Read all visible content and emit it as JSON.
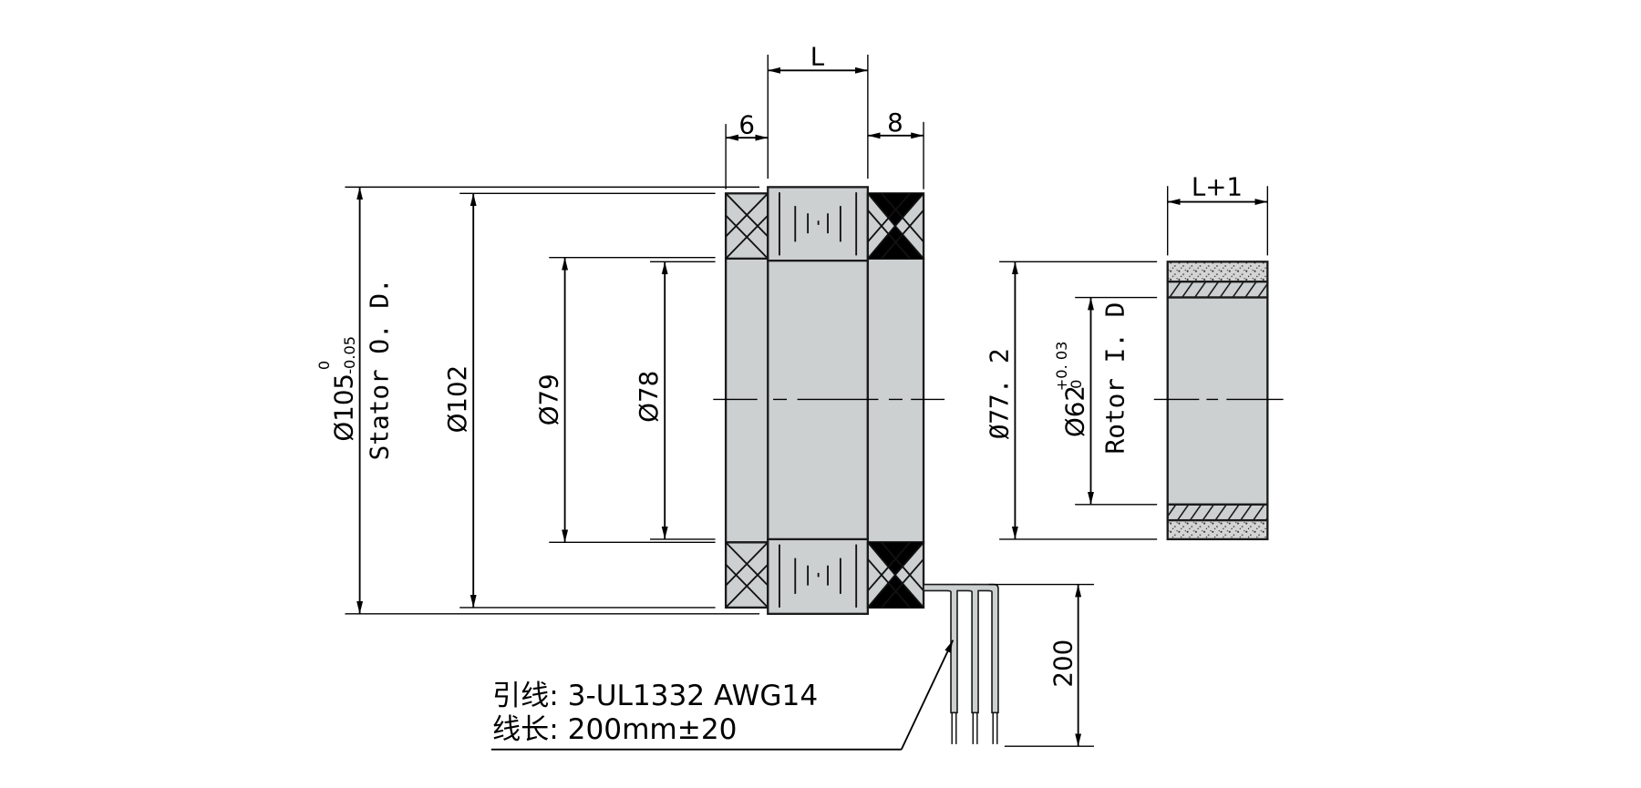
{
  "stator": {
    "length_label": "L",
    "left_width": "6",
    "right_width": "8",
    "od": {
      "value": "Ø105",
      "tol_upper": "0",
      "tol_lower": "-0.05",
      "caption": "Stator O. D."
    },
    "d102": "Ø102",
    "d79": "Ø79",
    "d78": "Ø78"
  },
  "rotor": {
    "length_label": "L+1",
    "od": "Ø77. 2",
    "id": {
      "value": "Ø62",
      "tol_upper": "+0. 03",
      "tol_lower": "0",
      "caption": "Rotor  I. D"
    }
  },
  "leads": {
    "length_dim": "200",
    "note_line1": "引线: 3-UL1332 AWG14",
    "note_line2": "线长: 200mm±20"
  },
  "colors": {
    "part_fill": "#ccd0d1",
    "line": "#000000"
  }
}
